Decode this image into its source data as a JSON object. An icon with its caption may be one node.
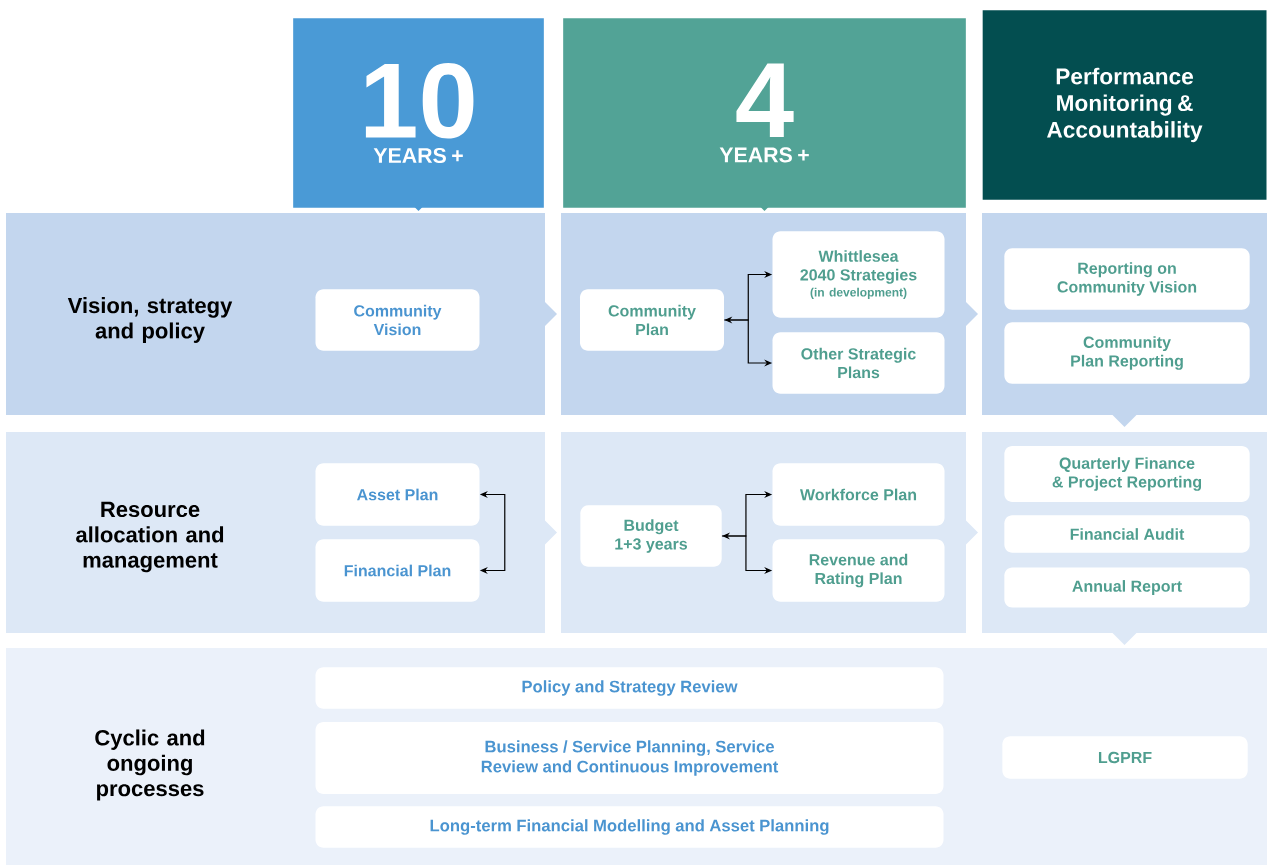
{
  "diagram": {
    "nodes": [
      {
        "text": [
          "10",
          "YEARS +"
        ]
      },
      {
        "text": [
          "4",
          "YEARS +"
        ]
      },
      {
        "text": [
          "Performance Monitoring & Accountability"
        ]
      },
      {
        "text": [
          "Community Vision"
        ]
      },
      {
        "text": [
          "Community Plan"
        ]
      },
      {
        "text": [
          "Whittlesea 2040 Strategies",
          "(in development)"
        ]
      },
      {
        "text": [
          "Other Strategic Plans"
        ]
      },
      {
        "text": [
          "Reporting on Community Vision"
        ]
      },
      {
        "text": [
          "Community Plan Reporting"
        ]
      },
      {
        "text": [
          "Asset Plan"
        ]
      },
      {
        "text": [
          "Financial Plan"
        ]
      },
      {
        "text": [
          "Budget 1+3 years"
        ]
      },
      {
        "text": [
          "Workforce Plan"
        ]
      },
      {
        "text": [
          "Revenue and Rating Plan"
        ]
      },
      {
        "text": [
          "Quarterly Finance & Project Reporting"
        ]
      },
      {
        "text": [
          "Financial Audit"
        ]
      },
      {
        "text": [
          "Annual Report"
        ]
      },
      {
        "text": [
          "Policy and Strategy Review"
        ]
      },
      {
        "text": [
          "Business / Service Planning, Service Review and Continuous Improvement"
        ]
      },
      {
        "text": [
          "Long-term Financial Modelling and Asset Planning"
        ]
      },
      {
        "text": [
          "LGPRF"
        ]
      }
    ],
    "edges": [
      {
        "from": 4,
        "to": 5,
        "arrow": "both"
      },
      {
        "from": 4,
        "to": 6,
        "arrow": "to"
      },
      {
        "from": 9,
        "to": 10,
        "arrow": "both"
      },
      {
        "from": 11,
        "to": 12,
        "arrow": "both"
      },
      {
        "from": 11,
        "to": 13,
        "arrow": "to"
      }
    ],
    "labels": [
      "Vision, strategy and policy",
      "Resource allocation and management",
      "Cyclic and ongoing processes"
    ]
  }
}
